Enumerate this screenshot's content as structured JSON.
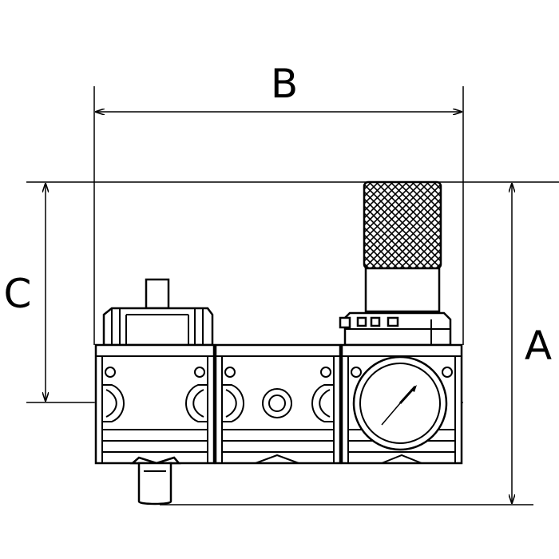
{
  "dimensions": {
    "A": "A",
    "B": "B",
    "C": "C"
  },
  "colors": {
    "stroke": "#000000",
    "background": "#ffffff"
  }
}
